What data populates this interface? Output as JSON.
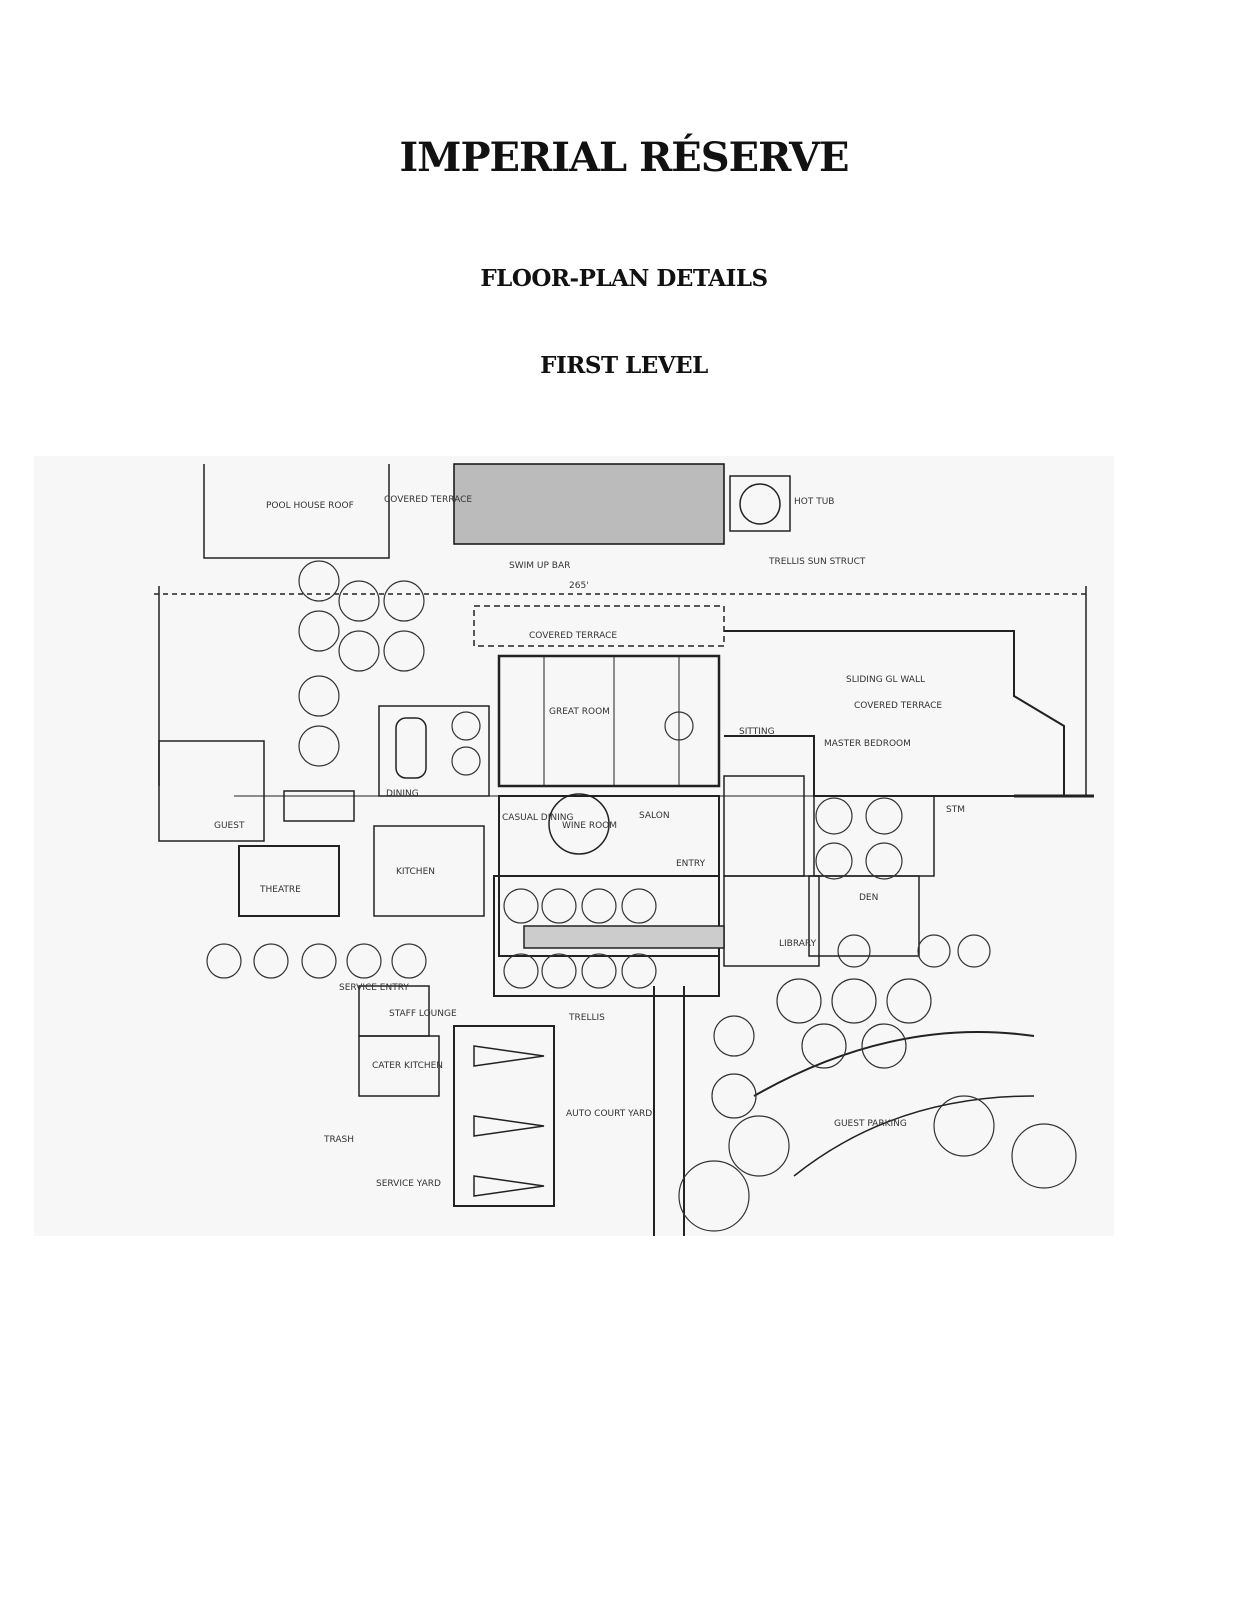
{
  "document": {
    "title": "IMPERIAL RÉSERVE",
    "subtitle": "FLOOR-PLAN DETAILS",
    "level": "FIRST LEVEL"
  },
  "floor_plan": {
    "dimension": "265'",
    "rooms": {
      "pool_house": "POOL HOUSE ROOF",
      "covered_terrace_left": "COVERED TERRACE",
      "swim_up_bar": "SWIM UP BAR",
      "hot_tub": "HOT TUB",
      "trellis_sun": "TRELLIS SUN STRUCT",
      "covered_terrace": "COVERED TERRACE",
      "great_room": "GREAT ROOM",
      "sliding_wall": "SLIDING GL WALL",
      "covered_terrace_right": "COVERED TERRACE",
      "sitting": "SITTING",
      "master_bedroom": "MASTER BEDROOM",
      "dining": "DINING",
      "casual_dining": "CASUAL DINING",
      "wine_room": "WINE ROOM",
      "salon": "SALON",
      "stm": "STM",
      "guest": "GUEST",
      "kitchen": "KITCHEN",
      "theatre": "THEATRE",
      "entry": "ENTRY",
      "den": "DEN",
      "library": "LIBRARY",
      "service_entry": "SERVICE ENTRY",
      "staff_lounge": "STAFF LOUNGE",
      "trellis": "TRELLIS",
      "cater_kitchen": "CATER KITCHEN",
      "auto_court": "AUTO COURT YARD",
      "guest_parking": "GUEST PARKING",
      "trash": "TRASH",
      "service_yard": "SERVICE YARD"
    }
  },
  "colors": {
    "ink": "#111111",
    "paper": "#ffffff"
  }
}
